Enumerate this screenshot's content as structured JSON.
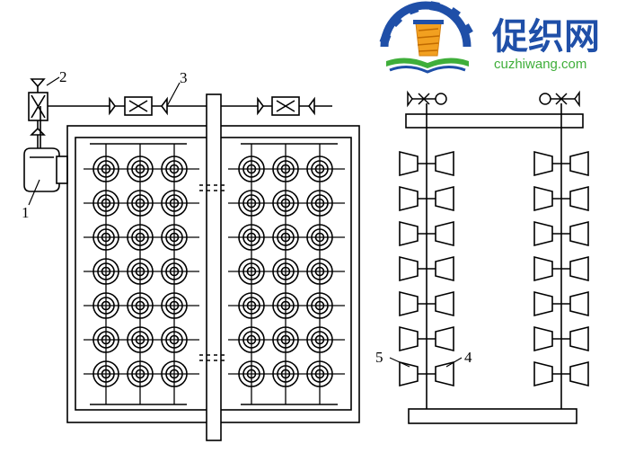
{
  "logo": {
    "name_cn": "促织网",
    "domain": "cuzhiwang.com",
    "colors": {
      "primary": "#1f4fa8",
      "accent": "#f2a020",
      "green": "#3fae3a"
    }
  },
  "callouts": [
    "1",
    "2",
    "3",
    "4",
    "5"
  ],
  "layout_grid": {
    "rows": 7,
    "cols_per_half": 3,
    "halves": 2
  },
  "side_view": {
    "tiers": 7,
    "columns": 2
  },
  "colors": {
    "ink": "#000000",
    "paper": "#ffffff"
  }
}
